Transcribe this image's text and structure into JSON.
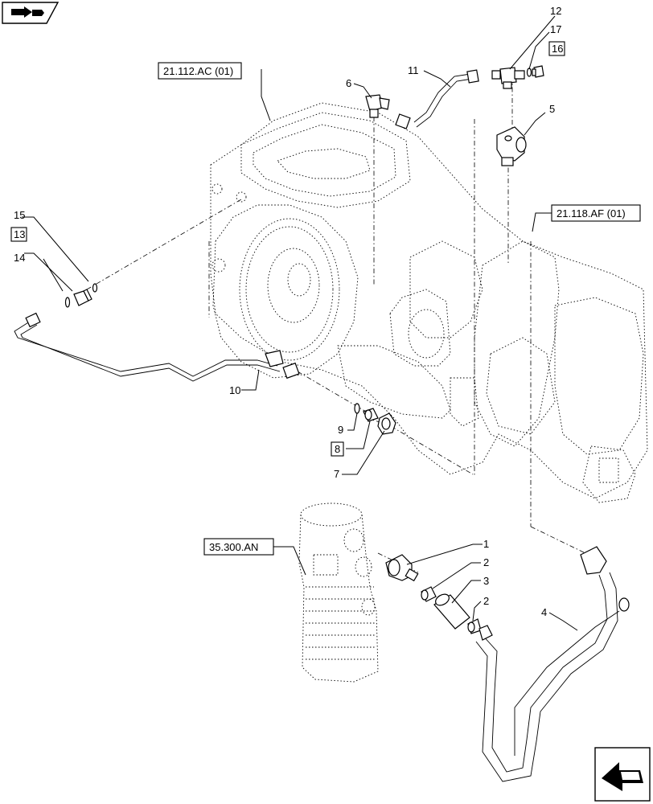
{
  "callouts": {
    "c1": "1",
    "c2a": "2",
    "c2b": "2",
    "c3": "3",
    "c4": "4",
    "c5": "5",
    "c6": "6",
    "c7": "7",
    "c8": "8",
    "c9": "9",
    "c10": "10",
    "c11": "11",
    "c12": "12",
    "c13": "13",
    "c14": "14",
    "c15": "15",
    "c16": "16",
    "c17": "17"
  },
  "references": {
    "transmission_housing": "21.112.AC (01)",
    "rear_housing": "21.118.AF (01)",
    "filter_unit": "35.300.AN"
  },
  "icons": {
    "top_left": "kit-hand-icon",
    "bottom_right": "next-page-arrow-icon"
  }
}
